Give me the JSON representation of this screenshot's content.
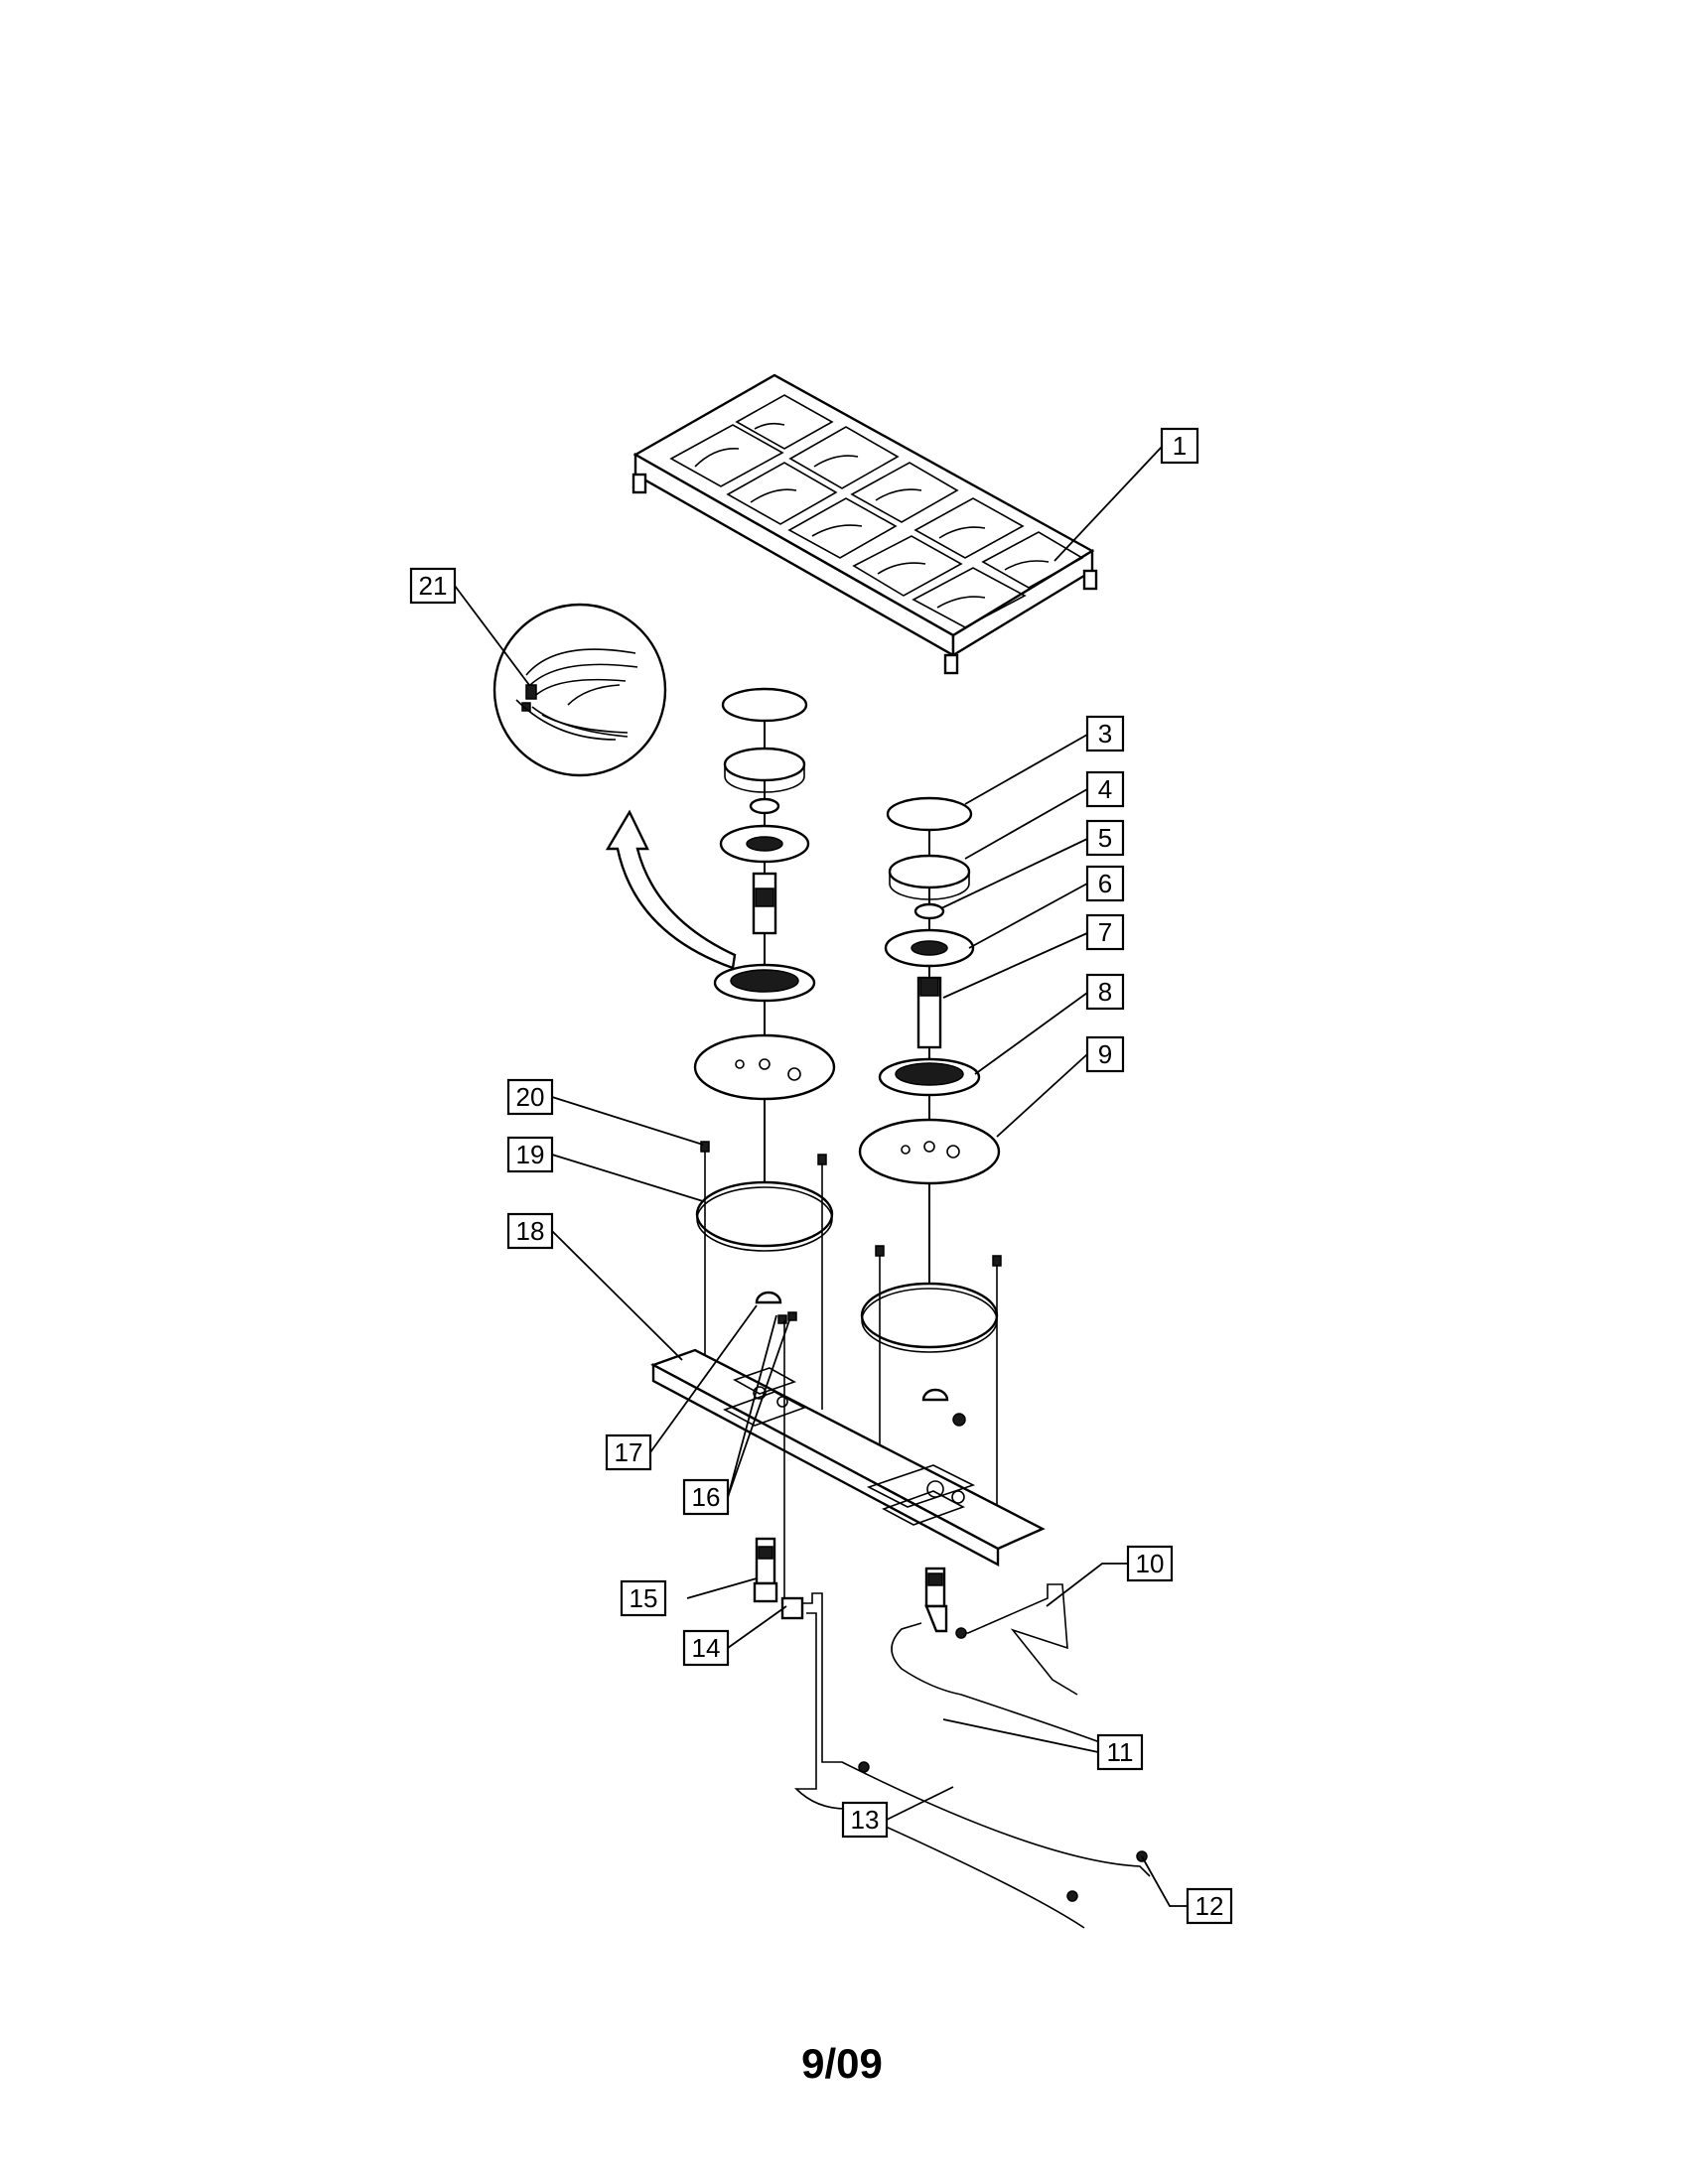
{
  "callouts": [
    "1",
    "3",
    "4",
    "5",
    "6",
    "7",
    "8",
    "9",
    "10",
    "11",
    "12",
    "13",
    "14",
    "15",
    "16",
    "17",
    "18",
    "19",
    "20",
    "21"
  ],
  "page_number": "9/09"
}
